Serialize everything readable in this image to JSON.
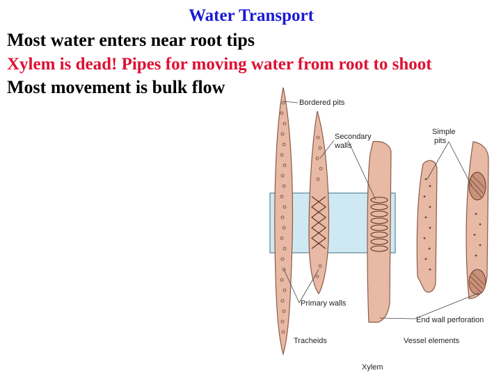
{
  "slide": {
    "title": "Water Transport",
    "lines": [
      "Most water enters near root tips",
      "Xylem is dead! Pipes for moving water from root to shoot",
      "Most movement is bulk flow"
    ]
  },
  "diagram": {
    "labels": {
      "bordered_pits": "Bordered pits",
      "secondary_walls_1": "Secondary",
      "secondary_walls_2": "walls",
      "simple_pits_1": "Simple",
      "simple_pits_2": "pits",
      "primary_walls": "Primary walls",
      "end_wall_perforation": "End wall perforation",
      "tracheids": "Tracheids",
      "vessel_elements": "Vessel elements",
      "caption": "Xylem"
    },
    "colors": {
      "cell_fill": "#e8b9a4",
      "cell_stroke": "#8a5a48",
      "highlight_box": "#cfe9f3"
    }
  }
}
